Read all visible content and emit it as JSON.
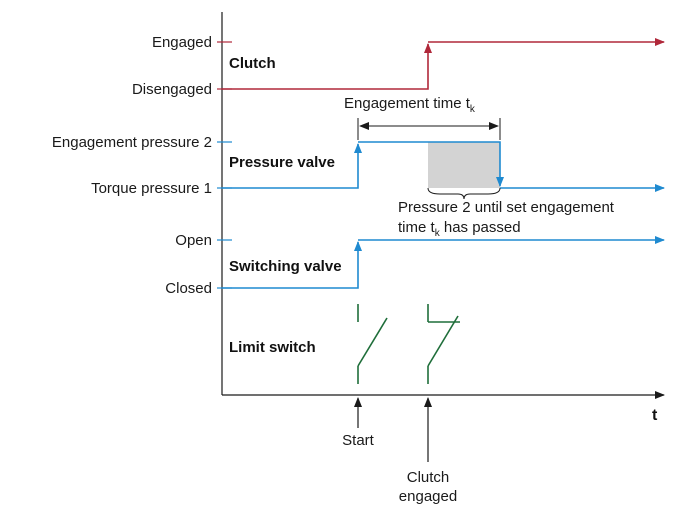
{
  "levels": {
    "engaged": "Engaged",
    "disengaged": "Disengaged",
    "engagement_pressure_2": "Engagement pressure 2",
    "torque_pressure_1": "Torque pressure 1",
    "open": "Open",
    "closed": "Closed"
  },
  "signals": {
    "clutch": "Clutch",
    "pressure_valve": "Pressure valve",
    "switching_valve": "Switching valve",
    "limit_switch": "Limit switch"
  },
  "annotations": {
    "engagement_time": "Engagement time t",
    "engagement_time_sub": "k",
    "pressure_note_line1": "Pressure 2 until set engagement",
    "pressure_note_line2_a": "time t",
    "pressure_note_line2_sub": "k",
    "pressure_note_line2_b": " has passed"
  },
  "axis": {
    "time_label": "t"
  },
  "events": {
    "start": "Start",
    "clutch_engaged_line1": "Clutch",
    "clutch_engaged_line2": "engaged"
  },
  "colors": {
    "clutch": "#b0283a",
    "pressure": "#1f8ad0",
    "limit_switch": "#1f6e3a",
    "shade": "#d3d3d3",
    "axis": "#1a1a1a"
  }
}
